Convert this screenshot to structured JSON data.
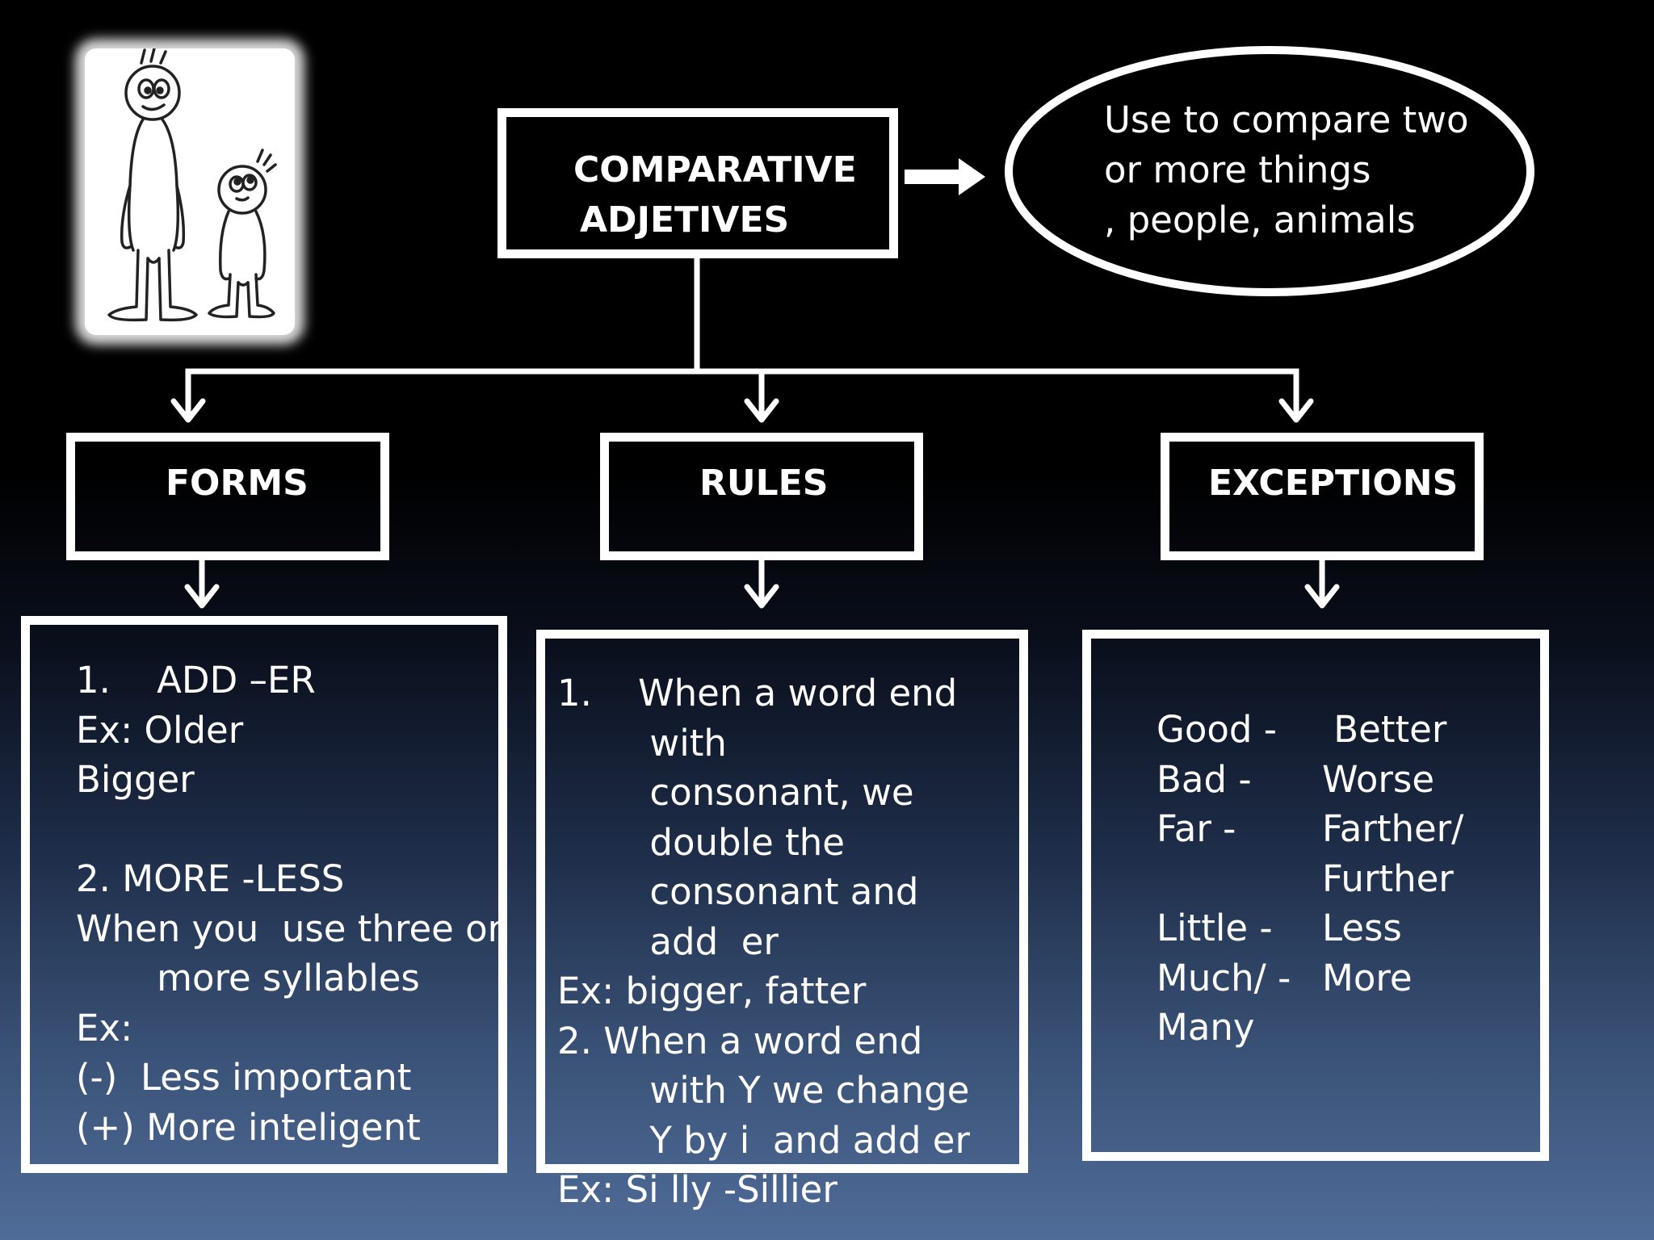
{
  "root": {
    "line1": "COMPARATIVE",
    "line2": "ADJETIVES"
  },
  "definition": {
    "line1": "Use to compare two",
    "line2": "or more things",
    "line3": ", people, animals"
  },
  "categories": {
    "forms": "FORMS",
    "rules": "RULES",
    "exceptions": "EXCEPTIONS"
  },
  "forms_content": [
    "1.    ADD –ER",
    "Ex: Older",
    "Bigger",
    "",
    "2. MORE -LESS",
    "When you  use three or",
    "       more syllables",
    "Ex:",
    "(-)  Less important",
    "(+) More inteligent"
  ],
  "rules_content": [
    "1.    When a word end",
    "        with",
    "        consonant, we",
    "        double the",
    "        consonant and",
    "        add  er",
    "Ex: bigger, fatter",
    "2. When a word end",
    "        with Y we change",
    "        Y by i  and add er",
    "Ex: Si lly -Sillier"
  ],
  "exceptions_content": {
    "base": [
      "Good -",
      "Bad -",
      "Far -",
      "",
      "Little -",
      "Much/ -",
      "Many"
    ],
    "comparative": [
      " Better",
      "Worse",
      "Farther/",
      "Further",
      "Less",
      "More",
      ""
    ]
  },
  "colors": {
    "line": "#ffffff",
    "text": "#ffffff",
    "bg_top": "#000000",
    "bg_bottom": "#4f6c98"
  }
}
